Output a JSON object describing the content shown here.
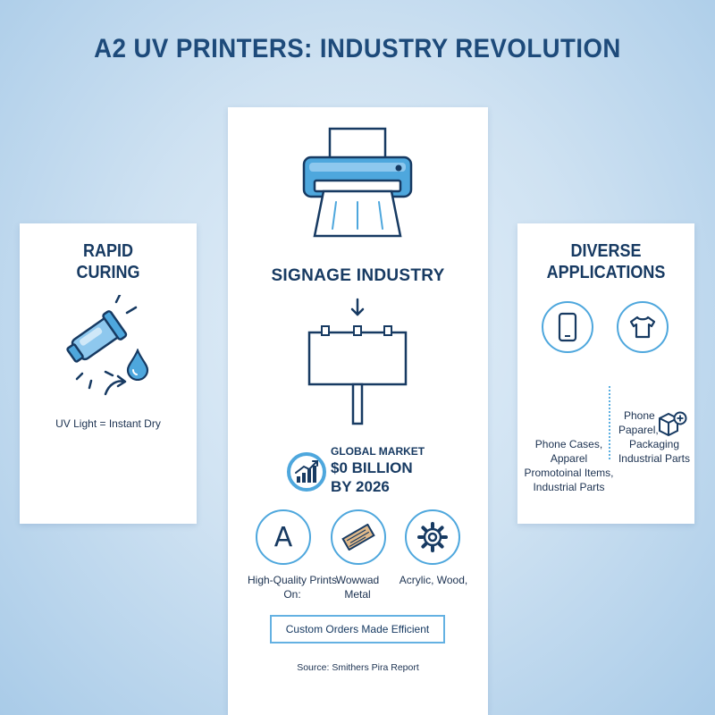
{
  "title": "A2 UV PRINTERS: INDUSTRY REVOLUTION",
  "left_panel": {
    "heading_line1": "RAPID",
    "heading_line2": "CURING",
    "caption": "UV Light = Instant Dry",
    "icons": [
      "uv-lamp-icon",
      "droplet-icon",
      "curved-arrow-icon"
    ]
  },
  "center_panel": {
    "heading": "SIGNAGE INDUSTRY",
    "market_line1": "GLOBAL MARKET",
    "market_line2": "$0 BILLION",
    "market_line3": "BY 2026",
    "features": [
      {
        "icon": "letter-a-icon",
        "glyph": "A",
        "label_line1": "High-Quality Prints",
        "label_line2": "On:"
      },
      {
        "icon": "wood-plank-icon",
        "label_line1": "Wowwad",
        "label_line2": "Metal"
      },
      {
        "icon": "gear-icon",
        "label_line1": "Acrylic, Wood,",
        "label_line2": ""
      }
    ],
    "cta_label": "Custom Orders Made Efficient",
    "source": "Source: Smithers Pira Report",
    "icons": [
      "printer-icon",
      "down-arrow-icon",
      "billboard-icon",
      "growth-chart-icon"
    ]
  },
  "right_panel": {
    "heading_line1": "DIVERSE",
    "heading_line2": "APPLICATIONS",
    "left_text": [
      "Phone Cases,",
      "Apparel",
      "Promotoinal Items,",
      "Industrial Parts"
    ],
    "right_text": [
      "Phone",
      "Paparel,",
      "Packaging",
      "Industrial Parts"
    ],
    "icons": [
      "phone-icon",
      "tshirt-icon",
      "package-icon"
    ]
  },
  "colors": {
    "accent": "#4ea7dd",
    "navy": "#173a62",
    "light_blue_fill": "#8ec8ee",
    "background": "#cfe2f2"
  }
}
